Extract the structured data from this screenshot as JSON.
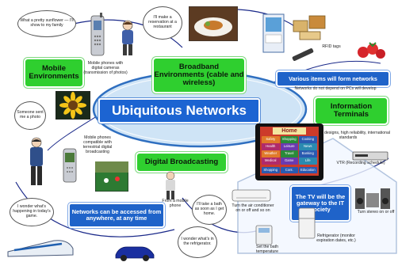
{
  "center": {
    "title": "Ubiquitous Networks"
  },
  "labels": {
    "mobile_environments": "Mobile Environments",
    "broadband": "Broadband Environments (cable and wireless)",
    "information_terminals": "Information Terminals",
    "digital_broadcasting": "Digital Broadcasting",
    "various_items": "Various items will form networks",
    "networks_anywhere": "Networks can be accessed from anywhere, at any time",
    "tv_gateway": "The TV will be the gateway to the IT society"
  },
  "notes": {
    "not_depend_pcs": "Networks do not depend on PCs will develop",
    "phones_cameras": "Mobile phones with digital cameras (transmission of photos)",
    "phones_terrestrial": "Mobile phones compatible with terrestrial digital broadcasting",
    "universal_designs": "Universal designs, high reliability, international standards",
    "vtr": "VTR (Recording schedule)",
    "rfid": "RFID tags",
    "from_mobile": "From a mobile phone",
    "aircon": "Turn the air conditioner on or off and so on",
    "bath_temp": "Set the bath temperature",
    "stereo": "Turn stereo on or off",
    "refrigerator": "Refrigerator (monitor expiration dates, etc.)"
  },
  "bubbles": {
    "sunflower": "What a pretty sunflower — I'll show to my family",
    "reservation": "I'll make a reservation at a restaurant",
    "someone_sent": "Someone sent me a photo",
    "wonder_game": "I wonder what's happening in today's game.",
    "bath": "I'll take a bath as soon as I get home.",
    "fridge": "I wonder what's in the refrigerator."
  },
  "tv_menu": {
    "title": "Home",
    "items": [
      "Safety",
      "Shopping",
      "Cooking",
      "Health",
      "Leisure",
      "News",
      "Weather",
      "Travel",
      "Banking",
      "Medical",
      "Game",
      "Life"
    ],
    "bottom": [
      "Shopping",
      "Cont.",
      "Education"
    ]
  },
  "colors": {
    "green": "#2fcf2f",
    "blue": "#1f63c9",
    "ellipse_fill": "#cfe4f6",
    "ellipse_stroke": "#2f6fc0",
    "title_box": "#1c64d2"
  }
}
